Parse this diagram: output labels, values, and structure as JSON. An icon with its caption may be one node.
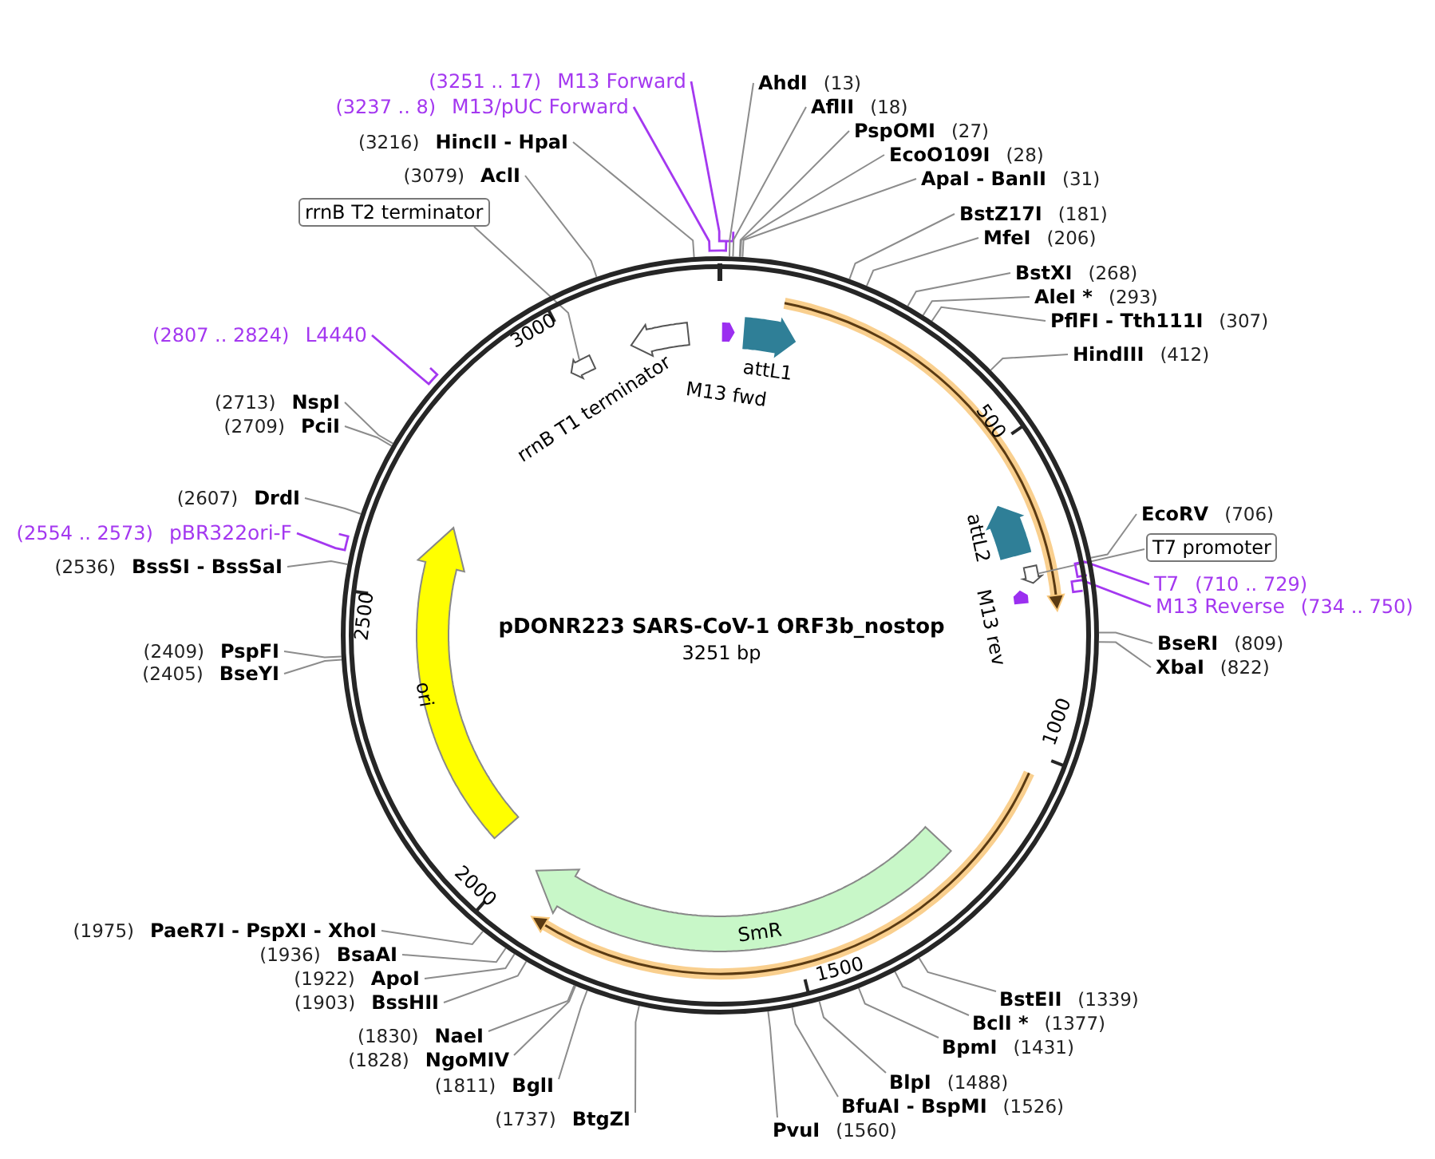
{
  "diagram": {
    "title": "pDONR223 SARS-CoV-1 ORF3b_nostop",
    "nodes": [
      {
        "text": [
          "(3251 .. 17)",
          "M13 Forward"
        ]
      },
      {
        "text": [
          "(3237 .. 8)",
          "M13/pUC Forward"
        ]
      },
      {
        "text": [
          "(3216)",
          "HincII - HpaI"
        ]
      },
      {
        "text": [
          "(3079)",
          "AclI"
        ]
      },
      {
        "text": [
          "rrnB T2 terminator"
        ]
      },
      {
        "text": [
          "(2807 .. 2824)",
          "L4440"
        ]
      },
      {
        "text": [
          "(2713)",
          "NspI"
        ]
      },
      {
        "text": [
          "(2709)",
          "PciI"
        ]
      },
      {
        "text": [
          "(2607)",
          "DrdI"
        ]
      },
      {
        "text": [
          "(2554 .. 2573)",
          "pBR322ori-F"
        ]
      },
      {
        "text": [
          "(2536)",
          "BssSI - BssSaI"
        ]
      },
      {
        "text": [
          "(2409)",
          "PspFI"
        ]
      },
      {
        "text": [
          "(2405)",
          "BseYI"
        ]
      },
      {
        "text": [
          "(1975)",
          "PaeR7I - PspXI - XhoI"
        ]
      },
      {
        "text": [
          "(1936)",
          "BsaAI"
        ]
      },
      {
        "text": [
          "(1922)",
          "ApoI"
        ]
      },
      {
        "text": [
          "(1903)",
          "BssHII"
        ]
      },
      {
        "text": [
          "(1830)",
          "NaeI"
        ]
      },
      {
        "text": [
          "(1828)",
          "NgoMIV"
        ]
      },
      {
        "text": [
          "(1811)",
          "BglI"
        ]
      },
      {
        "text": [
          "(1737)",
          "BtgZI"
        ]
      },
      {
        "text": [
          "AhdI",
          "(13)"
        ]
      },
      {
        "text": [
          "AflII",
          "(18)"
        ]
      },
      {
        "text": [
          "PspOMI",
          "(27)"
        ]
      },
      {
        "text": [
          "EcoO109I",
          "(28)"
        ]
      },
      {
        "text": [
          "ApaI - BanII",
          "(31)"
        ]
      },
      {
        "text": [
          "BstZ17I",
          "(181)"
        ]
      },
      {
        "text": [
          "MfeI",
          "(206)"
        ]
      },
      {
        "text": [
          "BstXI",
          "(268)"
        ]
      },
      {
        "text": [
          "AleI *",
          "(293)"
        ]
      },
      {
        "text": [
          "PflFI - Tth111I",
          "(307)"
        ]
      },
      {
        "text": [
          "HindIII",
          "(412)"
        ]
      },
      {
        "text": [
          "EcoRV",
          "(706)"
        ]
      },
      {
        "text": [
          "T7 promoter"
        ]
      },
      {
        "text": [
          "T7",
          "(710 .. 729)"
        ]
      },
      {
        "text": [
          "M13 Reverse",
          "(734 .. 750)"
        ]
      },
      {
        "text": [
          "BseRI",
          "(809)"
        ]
      },
      {
        "text": [
          "XbaI",
          "(822)"
        ]
      },
      {
        "text": [
          "BstEII",
          "(1339)"
        ]
      },
      {
        "text": [
          "BclI *",
          "(1377)"
        ]
      },
      {
        "text": [
          "BpmI",
          "(1431)"
        ]
      },
      {
        "text": [
          "BlpI",
          "(1488)"
        ]
      },
      {
        "text": [
          "BfuAI - BspMI",
          "(1526)"
        ]
      },
      {
        "text": [
          "PvuI",
          "(1560)"
        ]
      },
      {
        "text": [],
        "shape": "circle"
      },
      {
        "text": [],
        "shape": "arrow",
        "in": 44
      },
      {
        "text": [],
        "shape": "arrow",
        "in": 44
      },
      {
        "text": [
          "ori"
        ],
        "in": 44
      },
      {
        "text": [
          "SmR"
        ],
        "in": 44
      }
    ],
    "edges": [
      {
        "from": 0,
        "to": 44,
        "arrow": "none",
        "color": "#a438f0"
      },
      {
        "from": 1,
        "to": 44,
        "arrow": "none",
        "color": "#a438f0"
      },
      {
        "from": 2,
        "to": 44,
        "arrow": "none"
      },
      {
        "from": 3,
        "to": 44,
        "arrow": "none"
      },
      {
        "from": 4,
        "to": 45,
        "arrow": "none"
      },
      {
        "from": 5,
        "to": 44,
        "arrow": "none",
        "color": "#a438f0"
      },
      {
        "from": 6,
        "to": 44,
        "arrow": "none"
      },
      {
        "from": 7,
        "to": 44,
        "arrow": "none"
      },
      {
        "from": 8,
        "to": 44,
        "arrow": "none"
      },
      {
        "from": 9,
        "to": 44,
        "arrow": "none",
        "color": "#a438f0"
      },
      {
        "from": 10,
        "to": 44,
        "arrow": "none"
      },
      {
        "from": 11,
        "to": 44,
        "arrow": "none"
      },
      {
        "from": 12,
        "to": 44,
        "arrow": "none"
      },
      {
        "from": 13,
        "to": 44,
        "arrow": "none"
      },
      {
        "from": 14,
        "to": 44,
        "arrow": "none"
      },
      {
        "from": 15,
        "to": 44,
        "arrow": "none"
      },
      {
        "from": 16,
        "to": 44,
        "arrow": "none"
      },
      {
        "from": 17,
        "to": 44,
        "arrow": "none"
      },
      {
        "from": 18,
        "to": 44,
        "arrow": "none"
      },
      {
        "from": 19,
        "to": 44,
        "arrow": "none"
      },
      {
        "from": 20,
        "to": 44,
        "arrow": "none"
      },
      {
        "from": 21,
        "to": 44,
        "arrow": "none"
      },
      {
        "from": 22,
        "to": 44,
        "arrow": "none"
      },
      {
        "from": 23,
        "to": 44,
        "arrow": "none"
      },
      {
        "from": 24,
        "to": 44,
        "arrow": "none"
      },
      {
        "from": 25,
        "to": 44,
        "arrow": "none"
      },
      {
        "from": 26,
        "to": 44,
        "arrow": "none"
      },
      {
        "from": 27,
        "to": 44,
        "arrow": "none"
      },
      {
        "from": 28,
        "to": 44,
        "arrow": "none"
      },
      {
        "from": 29,
        "to": 44,
        "arrow": "none"
      },
      {
        "from": 30,
        "to": 44,
        "arrow": "none"
      },
      {
        "from": 31,
        "to": 44,
        "arrow": "none"
      },
      {
        "from": 32,
        "to": 44,
        "arrow": "none"
      },
      {
        "from": 33,
        "to": 46,
        "arrow": "none"
      },
      {
        "from": 34,
        "to": 44,
        "arrow": "none",
        "color": "#a438f0"
      },
      {
        "from": 35,
        "to": 44,
        "arrow": "none",
        "color": "#a438f0"
      },
      {
        "from": 36,
        "to": 44,
        "arrow": "none"
      },
      {
        "from": 37,
        "to": 44,
        "arrow": "none"
      },
      {
        "from": 38,
        "to": 44,
        "arrow": "none"
      },
      {
        "from": 39,
        "to": 44,
        "arrow": "none"
      },
      {
        "from": 40,
        "to": 44,
        "arrow": "none"
      },
      {
        "from": 41,
        "to": 44,
        "arrow": "none"
      },
      {
        "from": 42,
        "to": 44,
        "arrow": "none"
      },
      {
        "from": 43,
        "to": 44,
        "arrow": "none"
      }
    ],
    "labels": [
      "3251 bp",
      "attL1",
      "M13 fwd",
      "rrnB T1 terminator",
      "attL2",
      "M13 rev",
      "3000",
      "500",
      "1000",
      "1500",
      "2000",
      "2500"
    ]
  }
}
